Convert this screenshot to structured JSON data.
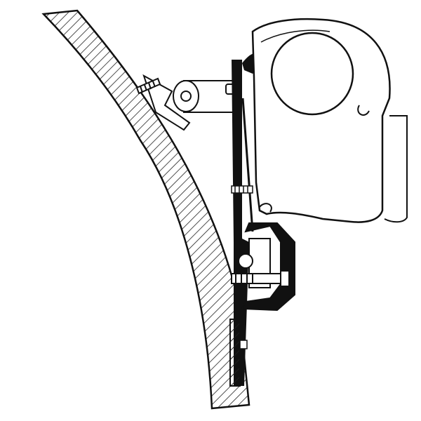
{
  "diagram": {
    "colors": {
      "line": "#111111",
      "background": "#ffffff",
      "hatch": "#222222"
    },
    "parts": [
      "curved-wall",
      "mounting-bracket",
      "awning-casing",
      "awning-roller",
      "upper-screw-bracket",
      "lower-clamp",
      "screws"
    ]
  }
}
